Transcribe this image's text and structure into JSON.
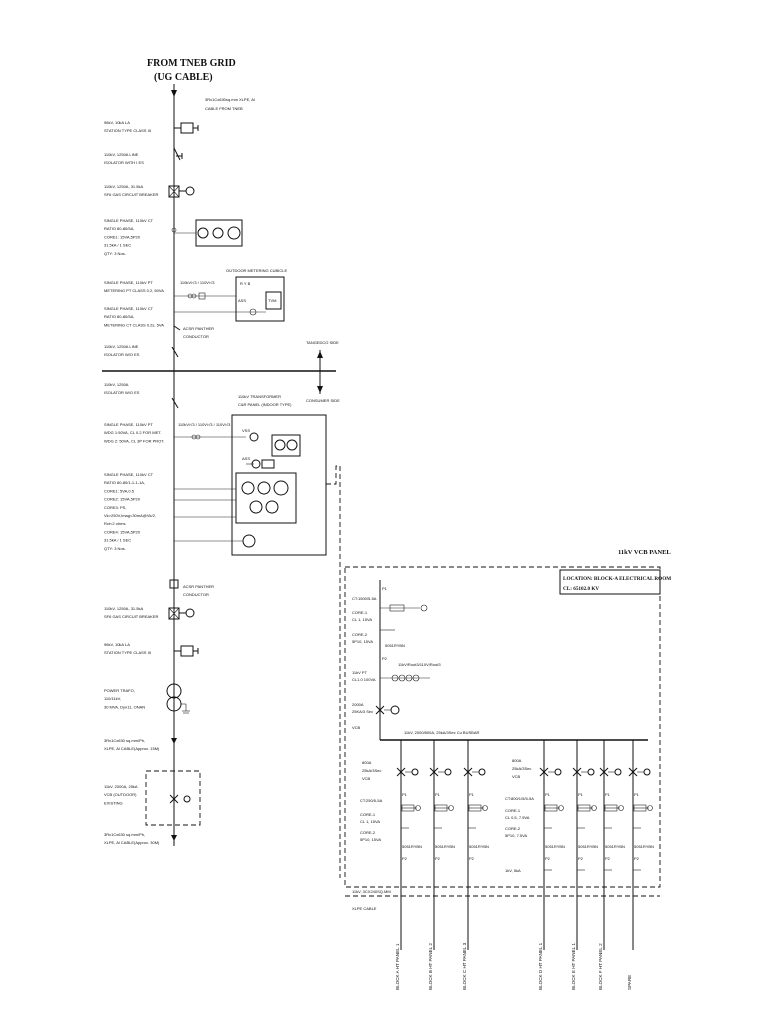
{
  "header": {
    "title_line1": "FROM TNEB GRID",
    "title_line2": "(UG CABLE)",
    "incoming_cable": [
      "3Rx1Cx630sq.mm XLPE, Al",
      "CABLE FROM TNEB"
    ]
  },
  "main_column": {
    "items": [
      [
        "96kV, 10kA LA",
        "STATION TYPE CLASS III"
      ],
      [
        "110kV, 1250A LINE",
        "ISOLATOR WITH I ES"
      ],
      [
        "110kV, 1250A, 31.5kA",
        "SF6 GAS CIRCUIT BREAKER"
      ],
      [
        "SINGLE PHASE, 110kV CT",
        "RATIO 80-80/5A,",
        "CORE1: 15VA,5P20",
        "31.5kA / 1 SEC",
        "QTY: 3 Nos."
      ],
      [
        "SINGLE PHASE, 110kV PT",
        "METERING PT CLASS 0.2, 50VA"
      ],
      [
        "SINGLE PHASE, 110kV CT",
        "RATIO 80-80/5A,",
        "METERING CT CLASS 0.2s, 5VA"
      ],
      [
        "110kV, 1250A LINE",
        "ISOLATOR W/O ES"
      ],
      [
        "110kV, 1250A",
        "ISOLATOR W/O ES"
      ],
      [
        "SINGLE PHASE, 110kV PT",
        "WDG 1:50VA, CL 0.2 FOR MET.",
        "WDG 2: 50VA, CL 3P FOR PROT."
      ],
      [
        "SINGLE PHASE, 110kV CT",
        "RATIO 80-80/1-1-1-1A,",
        "CORE1: 5VA,0.5",
        "CORE2: 15VA,5P20",
        "CORE3: PS,",
        "Vk>250V,Imag<30mA@Vk/2,",
        "Rct<2 ohms",
        "CORE4: 15VA,5P20",
        "31.5kA / 1 SEC",
        "QTY: 3 Nos."
      ],
      [
        "110kV, 1250A, 31.5kA",
        "SF6 GAS CIRCUIT BREAKER"
      ],
      [
        "96kV, 10kA LA",
        "STATION TYPE CLASS III"
      ],
      [
        "POWER TRAFO,",
        "110/11kV,",
        "30 MVA, Dyn11, ONAN"
      ],
      [
        "3Rx1Cx630 sq.mm/Ph,",
        "XLPE, Al CABLE(Approx. 15M)"
      ],
      [
        "11kV, 2000A, 25kA",
        "VCB (OUTDOOR)",
        "EXISTING"
      ],
      [
        "3Rx1Cx630 sq.mm/Ph,",
        "XLPE, Al CABLE(Approx. 30M)"
      ]
    ],
    "metering_cubicle_label": "OUTDOOR METERING CUBICLE",
    "pt_ratio_1": "110kV/√3 / 110V/√3",
    "ryb": "R Y B",
    "ass": "ASS",
    "tvm": "TVM",
    "acsr_1": [
      "ACSR PANTHER",
      "CONDUCTOR"
    ],
    "tangedco_side": "TANGEDCO SIDE",
    "consumer_side": "CONSUMER SIDE",
    "cr_panel_label": [
      "110kV TRANSFORMER",
      "C&R PANEL (INDOOR TYPE)"
    ],
    "pt_ratio_2": "110kV/√3 / 110V/√3 / 110V/√3",
    "vss": "VSS",
    "acsr_2": [
      "ACSR PANTHER",
      "CONDUCTOR"
    ]
  },
  "vcb_panel": {
    "title": "11kV VCB PANEL",
    "location": [
      "LOCATION: BLOCK-A ELECTRICAL ROOM",
      "CL: 65102.0 KV"
    ],
    "incomer": [
      [
        "P1"
      ],
      [
        "CT:1500/5-5A"
      ],
      [
        "CORE-1",
        "CL 1, 15VA"
      ],
      [
        "CORE-2",
        "5P10, 15VA"
      ],
      [
        "11kV PT",
        "CL1.0 100VA"
      ],
      [
        "2000A",
        "25KA/3 Sec",
        "VCB"
      ]
    ],
    "pt_ratio": "11kV/Root3/110V/Root3",
    "busbar": "11kV, 2000/800A, 25kA/3Sec Cu BUSBAR",
    "feeder_left": [
      [
        "800A",
        "25kA/3Sec",
        "VCB"
      ],
      [
        "CT:250/5-5A"
      ],
      [
        "CORE-1",
        "CL 1, 15VA"
      ],
      [
        "CORE-2",
        "5P10, 15VA"
      ]
    ],
    "feeder_right": [
      [
        "800A",
        "25kA/3Sec",
        "VCB"
      ],
      [
        "CT:800/1/5/5-5A"
      ],
      [
        "CORE-1",
        "CL 0.5, 7.5VA"
      ],
      [
        "CORE-2",
        "5P10, 7.5VA"
      ]
    ],
    "p1": "P1",
    "p2": "P2",
    "s051": "5051RYBN",
    "kva": "1kV, 5kA",
    "cable": [
      "11kV, 3CX240SQ.MM",
      "XLPE CABLE"
    ],
    "feeders": [
      "BLOCK A HT PANEL 1",
      "BLOCK B HT PANEL 2",
      "BLOCK C HT PANEL 3",
      "BLOCK D HT PANEL 1",
      "BLOCK E HT PANEL 1",
      "BLOCK F HT PANEL 2",
      "SPARE"
    ]
  }
}
